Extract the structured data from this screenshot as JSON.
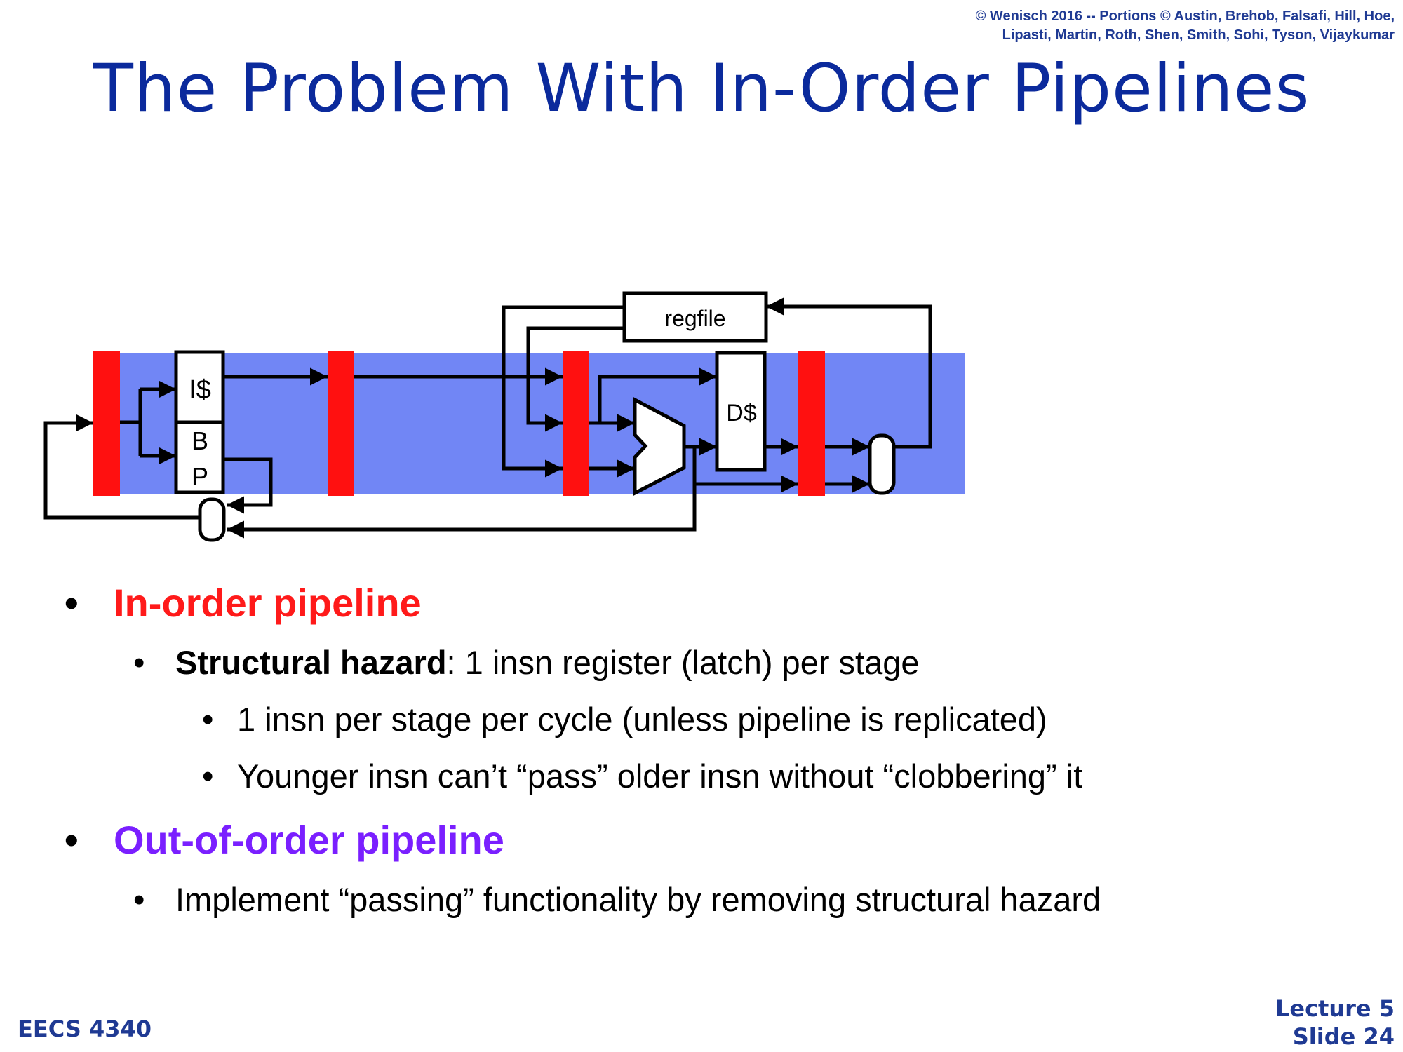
{
  "header": {
    "copyright_line1": "© Wenisch 2016 -- Portions © Austin, Brehob, Falsafi, Hill, Hoe,",
    "copyright_line2": "Lipasti, Martin, Roth, Shen, Smith, Sohi, Tyson, Vijaykumar"
  },
  "title": "The Problem With In-Order Pipelines",
  "diagram": {
    "regfile_label": "regfile",
    "icache_label": "I$",
    "bp_label_b": "B",
    "bp_label_p": "P",
    "dcache_label": "D$",
    "colors": {
      "pipeline_band": "#7186f5",
      "latch": "#ff1010",
      "wire": "#000000"
    }
  },
  "bullets": {
    "item1": {
      "bullet": "•",
      "text": "In-order pipeline",
      "color": "#ff1a1a"
    },
    "item1_sub1": {
      "bullet": "•",
      "bold": "Structural hazard",
      "rest": ": 1 insn register (latch) per stage"
    },
    "item1_sub1_a": {
      "bullet": "•",
      "text": "1 insn per stage per cycle (unless pipeline is replicated)"
    },
    "item1_sub1_b": {
      "bullet": "•",
      "text": "Younger insn can’t “pass” older insn without “clobbering” it"
    },
    "item2": {
      "bullet": "•",
      "text": "Out-of-order pipeline",
      "color": "#7a1fff"
    },
    "item2_sub1": {
      "bullet": "•",
      "text": "Implement “passing” functionality by removing structural hazard"
    }
  },
  "footer": {
    "course": "EECS 4340",
    "lecture": "Lecture 5",
    "slide": "Slide 24"
  }
}
